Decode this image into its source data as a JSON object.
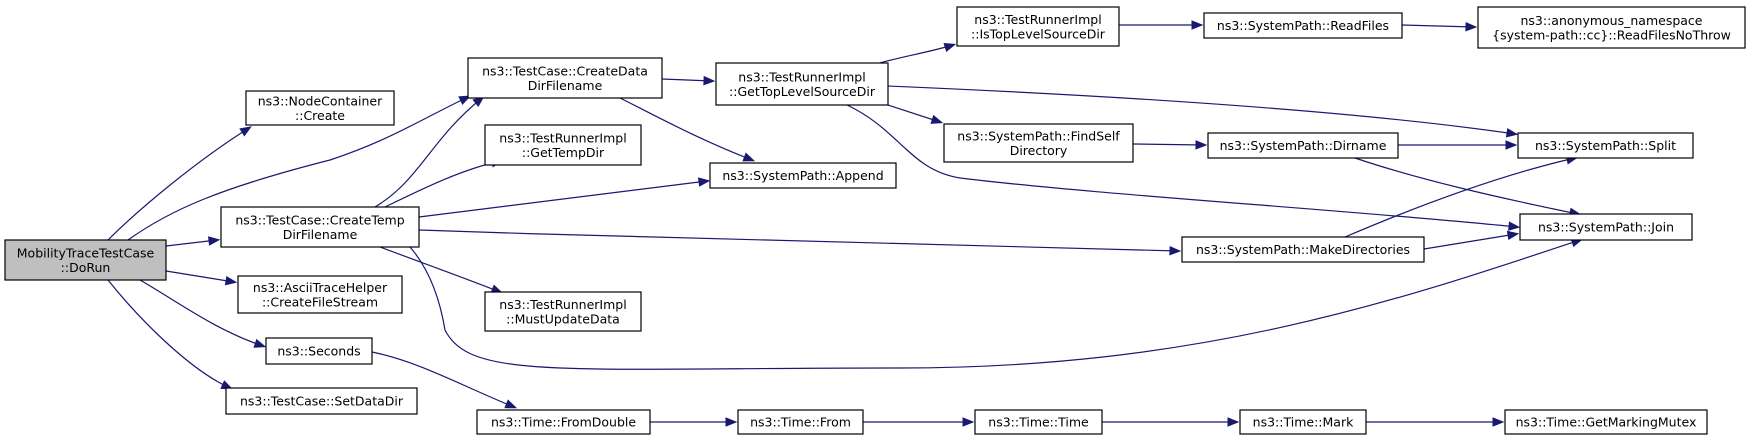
{
  "graph": {
    "title": "",
    "colors": {
      "edge": "#191970",
      "root_fill": "#bfbfbf",
      "node_fill": "#ffffff",
      "border": "#000000"
    },
    "nodes": [
      {
        "id": "dorun",
        "lines": [
          "MobilityTraceTestCase",
          "::DoRun"
        ],
        "root": true
      },
      {
        "id": "nodecontainer",
        "lines": [
          "ns3::NodeContainer",
          "::Create"
        ]
      },
      {
        "id": "createdata",
        "lines": [
          "ns3::TestCase::CreateData",
          "DirFilename"
        ]
      },
      {
        "id": "gettempdir",
        "lines": [
          "ns3::TestRunnerImpl",
          "::GetTempDir"
        ]
      },
      {
        "id": "createtemp",
        "lines": [
          "ns3::TestCase::CreateTemp",
          "DirFilename"
        ]
      },
      {
        "id": "asciitrace",
        "lines": [
          "ns3::AsciiTraceHelper",
          "::CreateFileStream"
        ]
      },
      {
        "id": "seconds",
        "lines": [
          "ns3::Seconds"
        ]
      },
      {
        "id": "setdatadir",
        "lines": [
          "ns3::TestCase::SetDataDir"
        ]
      },
      {
        "id": "gettoplevel",
        "lines": [
          "ns3::TestRunnerImpl",
          "::GetTopLevelSourceDir"
        ]
      },
      {
        "id": "append",
        "lines": [
          "ns3::SystemPath::Append"
        ]
      },
      {
        "id": "mustupdate",
        "lines": [
          "ns3::TestRunnerImpl",
          "::MustUpdateData"
        ]
      },
      {
        "id": "fromdouble",
        "lines": [
          "ns3::Time::FromDouble"
        ]
      },
      {
        "id": "istoplevel",
        "lines": [
          "ns3::TestRunnerImpl",
          "::IsTopLevelSourceDir"
        ]
      },
      {
        "id": "findself",
        "lines": [
          "ns3::SystemPath::FindSelf",
          "Directory"
        ]
      },
      {
        "id": "readfiles",
        "lines": [
          "ns3::SystemPath::ReadFiles"
        ]
      },
      {
        "id": "readfilesnothrow",
        "lines": [
          "ns3::anonymous_namespace",
          "{system-path::cc}::ReadFilesNoThrow"
        ]
      },
      {
        "id": "dirname",
        "lines": [
          "ns3::SystemPath::Dirname"
        ]
      },
      {
        "id": "makedirs",
        "lines": [
          "ns3::SystemPath::MakeDirectories"
        ]
      },
      {
        "id": "split",
        "lines": [
          "ns3::SystemPath::Split"
        ]
      },
      {
        "id": "join",
        "lines": [
          "ns3::SystemPath::Join"
        ]
      },
      {
        "id": "timefrom",
        "lines": [
          "ns3::Time::From"
        ]
      },
      {
        "id": "timetime",
        "lines": [
          "ns3::Time::Time"
        ]
      },
      {
        "id": "timemark",
        "lines": [
          "ns3::Time::Mark"
        ]
      },
      {
        "id": "markingmutex",
        "lines": [
          "ns3::Time::GetMarkingMutex"
        ]
      }
    ],
    "edges": [
      {
        "from": "dorun",
        "to": "nodecontainer"
      },
      {
        "from": "dorun",
        "to": "createdata"
      },
      {
        "from": "dorun",
        "to": "createtemp"
      },
      {
        "from": "dorun",
        "to": "asciitrace"
      },
      {
        "from": "dorun",
        "to": "seconds"
      },
      {
        "from": "dorun",
        "to": "setdatadir"
      },
      {
        "from": "createdata",
        "to": "gettoplevel"
      },
      {
        "from": "createdata",
        "to": "append"
      },
      {
        "from": "createtemp",
        "to": "createdata"
      },
      {
        "from": "createtemp",
        "to": "gettempdir"
      },
      {
        "from": "createtemp",
        "to": "append"
      },
      {
        "from": "createtemp",
        "to": "mustupdate"
      },
      {
        "from": "createtemp",
        "to": "makedirs"
      },
      {
        "from": "createtemp",
        "to": "join"
      },
      {
        "from": "seconds",
        "to": "fromdouble"
      },
      {
        "from": "gettoplevel",
        "to": "istoplevel"
      },
      {
        "from": "gettoplevel",
        "to": "findself"
      },
      {
        "from": "gettoplevel",
        "to": "split"
      },
      {
        "from": "gettoplevel",
        "to": "join"
      },
      {
        "from": "istoplevel",
        "to": "readfiles"
      },
      {
        "from": "readfiles",
        "to": "readfilesnothrow"
      },
      {
        "from": "findself",
        "to": "dirname"
      },
      {
        "from": "dirname",
        "to": "split"
      },
      {
        "from": "dirname",
        "to": "join"
      },
      {
        "from": "makedirs",
        "to": "split"
      },
      {
        "from": "makedirs",
        "to": "join"
      },
      {
        "from": "fromdouble",
        "to": "timefrom"
      },
      {
        "from": "timefrom",
        "to": "timetime"
      },
      {
        "from": "timetime",
        "to": "timemark"
      },
      {
        "from": "timemark",
        "to": "markingmutex"
      }
    ]
  }
}
